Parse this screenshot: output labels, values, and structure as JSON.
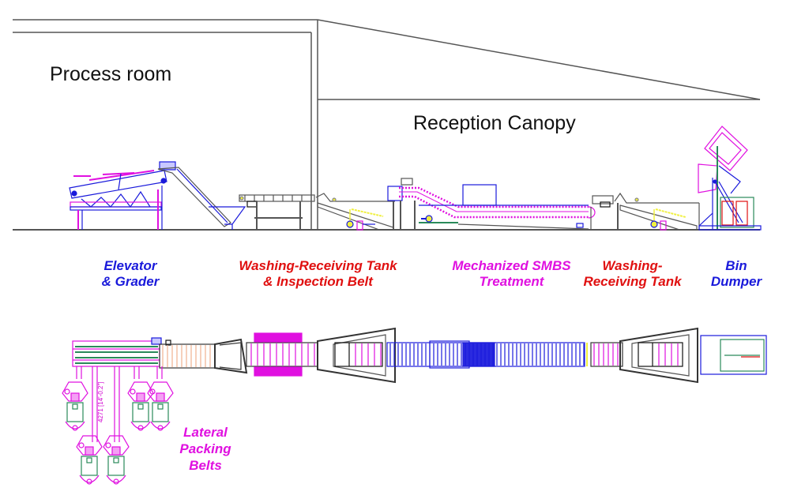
{
  "rooms": {
    "process_room": "Process room",
    "reception_canopy": "Reception Canopy"
  },
  "colors": {
    "structure": "#555555",
    "blue": "#1a1adb",
    "red": "#e01010",
    "magenta": "#e010e0",
    "green": "#2a8a5a",
    "yellow": "#f0f040",
    "orange": "#f0b090"
  },
  "equipment_labels": [
    {
      "id": "elevator-grader",
      "lines": [
        "Elevator",
        "& Grader"
      ],
      "color": "#1a1adb"
    },
    {
      "id": "washing-receiving-tank-inspection-belt",
      "lines": [
        "Washing-Receiving Tank",
        "& Inspection Belt"
      ],
      "color": "#e01010"
    },
    {
      "id": "mechanized-smbs-treatment",
      "lines": [
        "Mechanized SMBS",
        "Treatment"
      ],
      "color": "#e010e0"
    },
    {
      "id": "washing-receiving-tank",
      "lines": [
        "Washing-",
        "Receiving Tank"
      ],
      "color": "#e01010"
    },
    {
      "id": "bin-dumper",
      "lines": [
        "Bin",
        "Dumper"
      ],
      "color": "#1a1adb"
    },
    {
      "id": "lateral-packing-belts",
      "lines": [
        "Lateral",
        "Packing",
        "Belts"
      ],
      "color": "#e010e0"
    }
  ],
  "dimension": "4271 [14'-0.2\"]"
}
